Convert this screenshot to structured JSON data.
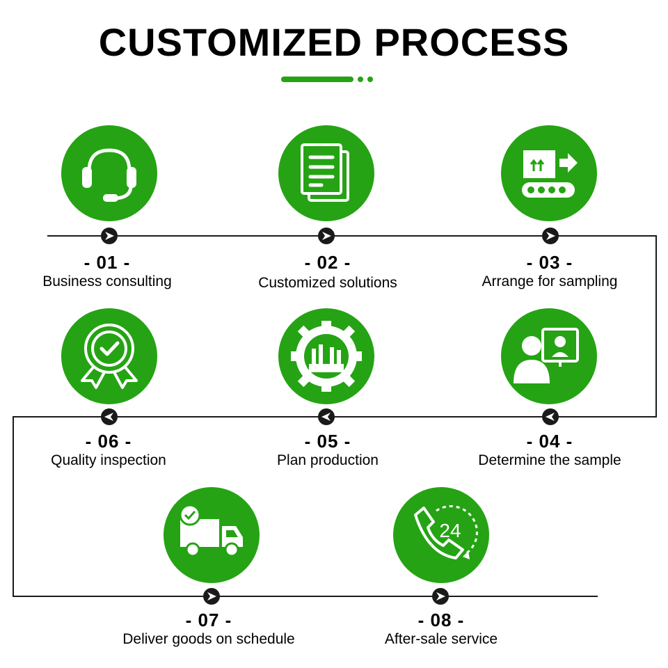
{
  "title": "CUSTOMIZED PROCESS",
  "colors": {
    "accent": "#25a314",
    "line": "#1a1a1a",
    "text": "#000000"
  },
  "steps": [
    {
      "num": "- 01 -",
      "label": "Business consulting",
      "icon": "headset-icon",
      "arrow": "right"
    },
    {
      "num": "- 02 -",
      "label": "Customized solutions",
      "icon": "document-icon",
      "arrow": "right"
    },
    {
      "num": "- 03 -",
      "label": "Arrange for sampling",
      "icon": "conveyor-box-icon",
      "arrow": "right"
    },
    {
      "num": "- 04 -",
      "label": "Determine the sample",
      "icon": "video-call-icon",
      "arrow": "left"
    },
    {
      "num": "- 05 -",
      "label": "Plan production",
      "icon": "factory-gear-icon",
      "arrow": "left"
    },
    {
      "num": "- 06 -",
      "label": "Quality inspection",
      "icon": "quality-badge-icon",
      "arrow": "left"
    },
    {
      "num": "- 07 -",
      "label": "Deliver goods on schedule",
      "icon": "delivery-truck-icon",
      "arrow": "right"
    },
    {
      "num": "- 08 -",
      "label": "After-sale service",
      "icon": "support-24h-icon",
      "arrow": "right"
    }
  ]
}
